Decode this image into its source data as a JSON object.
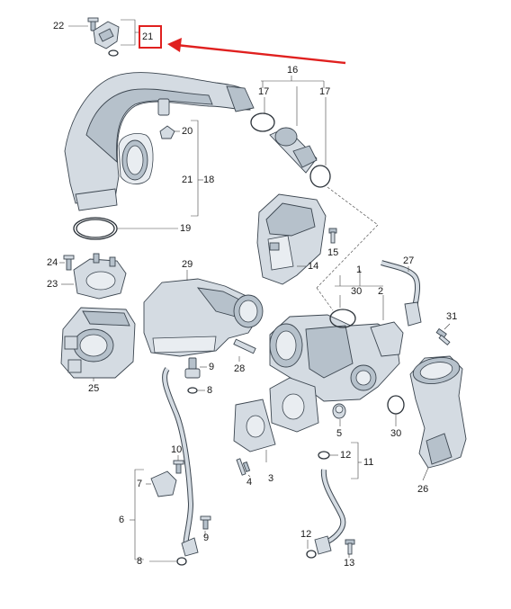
{
  "callout_labels": [
    {
      "id": "22a",
      "text": "22"
    },
    {
      "id": "21a",
      "text": "21"
    },
    {
      "id": "16",
      "text": "16"
    },
    {
      "id": "17a",
      "text": "17"
    },
    {
      "id": "17b",
      "text": "17"
    },
    {
      "id": "20",
      "text": "20"
    },
    {
      "id": "21b",
      "text": "21"
    },
    {
      "id": "18",
      "text": "18"
    },
    {
      "id": "19",
      "text": "19"
    },
    {
      "id": "15",
      "text": "15"
    },
    {
      "id": "14",
      "text": "14"
    },
    {
      "id": "24",
      "text": "24"
    },
    {
      "id": "23",
      "text": "23"
    },
    {
      "id": "29",
      "text": "29"
    },
    {
      "id": "1",
      "text": "1"
    },
    {
      "id": "27",
      "text": "27"
    },
    {
      "id": "30a",
      "text": "30"
    },
    {
      "id": "2",
      "text": "2"
    },
    {
      "id": "31",
      "text": "31"
    },
    {
      "id": "25",
      "text": "25"
    },
    {
      "id": "9a",
      "text": "9"
    },
    {
      "id": "8a",
      "text": "8"
    },
    {
      "id": "28",
      "text": "28"
    },
    {
      "id": "30b",
      "text": "30"
    },
    {
      "id": "5",
      "text": "5"
    },
    {
      "id": "12a",
      "text": "12"
    },
    {
      "id": "11",
      "text": "11"
    },
    {
      "id": "10",
      "text": "10"
    },
    {
      "id": "3",
      "text": "3"
    },
    {
      "id": "4",
      "text": "4"
    },
    {
      "id": "26",
      "text": "26"
    },
    {
      "id": "7",
      "text": "7"
    },
    {
      "id": "6",
      "text": "6"
    },
    {
      "id": "9b",
      "text": "9"
    },
    {
      "id": "12b",
      "text": "12"
    },
    {
      "id": "8b",
      "text": "8"
    },
    {
      "id": "13",
      "text": "13"
    }
  ],
  "highlight": {
    "color": "#e0201f"
  }
}
